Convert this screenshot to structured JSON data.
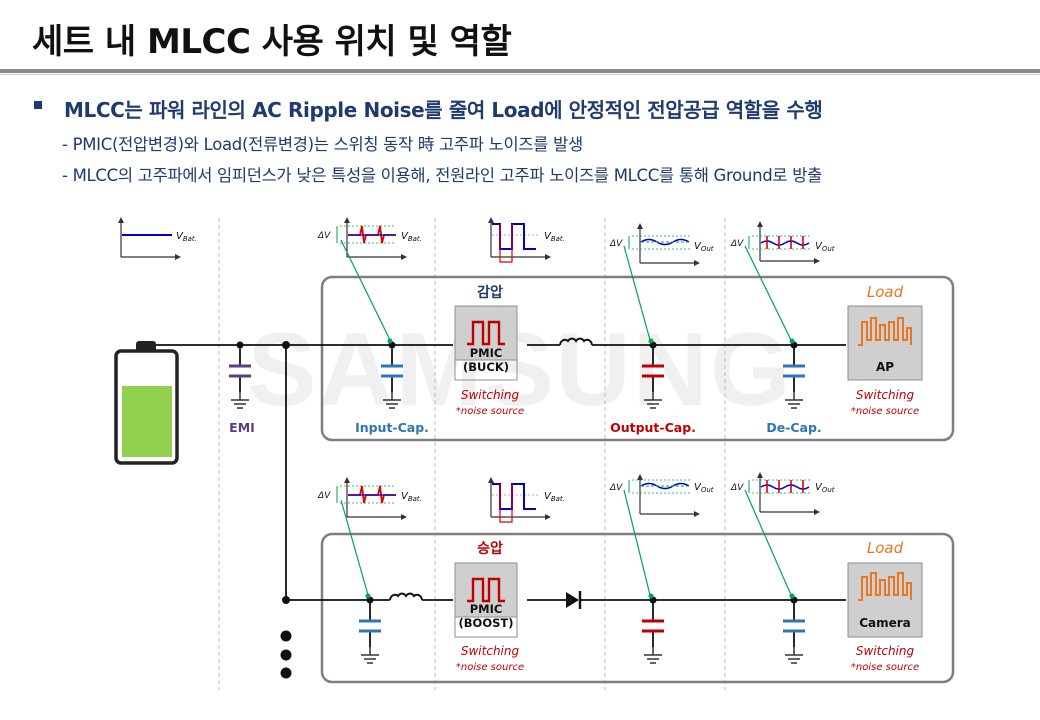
{
  "slide": {
    "title": "세트 내 MLCC 사용 위치 및 역할",
    "headline": "MLCC는 파워 라인의 AC Ripple Noise를 줄여 Load에 안정적인 전압공급 역할을 수행",
    "sub_points": [
      "- PMIC(전압변경)와 Load(전류변경)는 스위칭 동작 時 고주파 노이즈를 발생",
      "- MLCC의 고주파에서 임피던스가 낮은 특성을 이용해, 전원라인 고주파 노이즈를 MLCC를 통해 Ground로 방출"
    ]
  },
  "diagram": {
    "watermark": "SAMSUNG",
    "colors": {
      "navy": "#1f3a6d",
      "blue_label": "#2e75b6",
      "red_label": "#c00000",
      "orange": "#e87722",
      "emi": "#5a3e80",
      "battery_fill": "#92d050",
      "box_border": "#7f7f7f",
      "wave_red": "#e00000",
      "wave_blue": "#0000cc",
      "pointer_green": "#00a650"
    },
    "symbols": {
      "v_bat": "V",
      "v_bat_sub": "Bat.",
      "v_out": "V",
      "v_out_sub": "Out",
      "delta_v": "ΔV"
    },
    "top_row": {
      "mode": "감압",
      "pmic": [
        "PMIC",
        "(BUCK)"
      ],
      "load_title": "Load",
      "load_name": "AP",
      "switching": "Switching",
      "noise_source": "*noise source",
      "labels": {
        "emi": "EMI",
        "input_cap": "Input-Cap.",
        "output_cap": "Output-Cap.",
        "de_cap": "De-Cap."
      }
    },
    "bottom_row": {
      "mode": "승압",
      "pmic": [
        "PMIC",
        "(BOOST)"
      ],
      "load_title": "Load",
      "load_name": "Camera",
      "switching": "Switching",
      "noise_source": "*noise source"
    }
  }
}
